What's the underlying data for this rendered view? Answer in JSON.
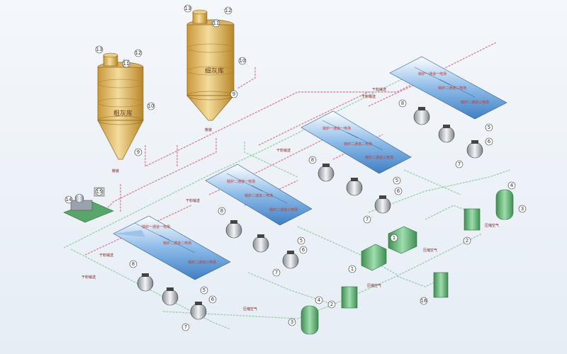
{
  "silos": {
    "coarse": {
      "name": "粗灰库"
    },
    "fine": {
      "name": "细灰库"
    }
  },
  "silo_numbers": {
    "n13": "13",
    "n12": "12",
    "n11": "11",
    "n10": "10",
    "n9": "9"
  },
  "bottom_labels": {
    "coarse": "散装",
    "fine": "散装"
  },
  "hopper_labels": {
    "pre": "锅炉一通道一电场",
    "second": "锅炉二通道二电场",
    "third": "锅炉二通道三电场",
    "short": "锅炉二通道一电场"
  },
  "pipe_labels": {
    "conveyor": "干粉输送",
    "air": "压缩空气"
  },
  "numbers": {
    "n1": "1",
    "n2": "2",
    "n3": "3",
    "n4": "4",
    "n5": "5",
    "n6": "6",
    "n7": "7",
    "n8": "8",
    "n14": "14",
    "n15": "15",
    "n16": "16"
  },
  "colors": {
    "silo_body": "#e8c77a",
    "silo_dark": "#c69a3c",
    "hopper_blue": "#6fa6dd",
    "pipe_green": "#9fd0b0",
    "pipe_red": "#d78a9a",
    "equipment_green": "#5aa56a"
  }
}
